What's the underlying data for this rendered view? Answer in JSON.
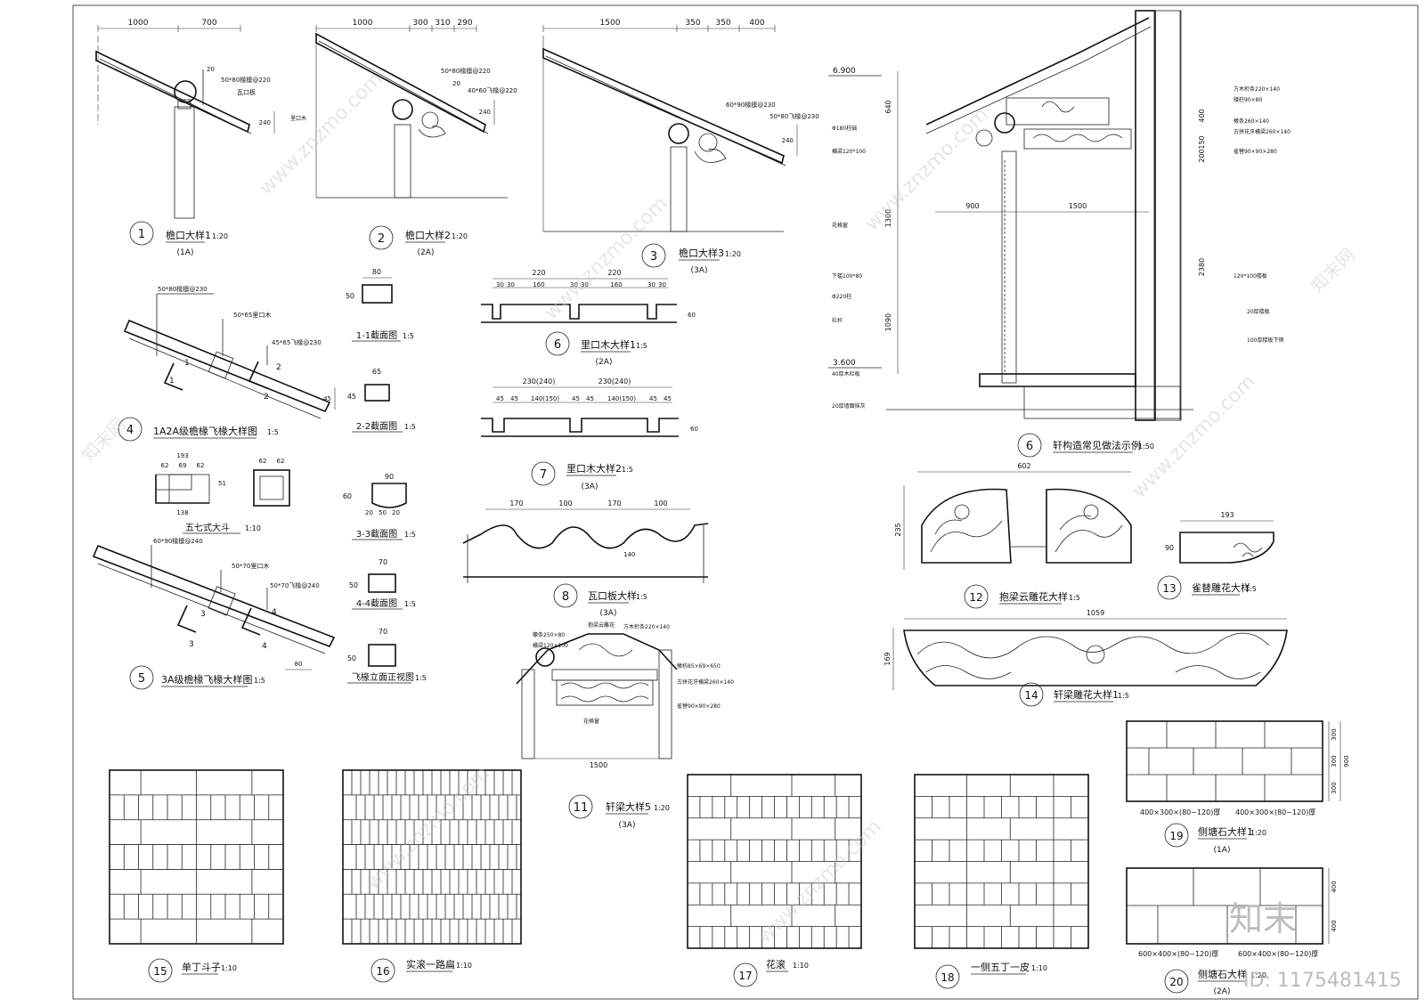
{
  "eave_details": [
    {
      "no": "1",
      "title": "檐口大样1",
      "scale": "1:20",
      "sub": "(1A)",
      "dims": [
        "1000",
        "700"
      ]
    },
    {
      "no": "2",
      "title": "檐口大样2",
      "scale": "1:20",
      "sub": "(2A)",
      "dims": [
        "1000",
        "300",
        "310",
        "290"
      ]
    },
    {
      "no": "3",
      "title": "檐口大样3",
      "scale": "1:20",
      "sub": "(3A)",
      "dims": [
        "1500",
        "350",
        "350",
        "400"
      ]
    }
  ],
  "eave_labels": {
    "d1": [
      "20",
      "50*80椽檩@220",
      "瓦口板",
      "里口木"
    ],
    "d2": [
      "50*80椽檩@220",
      "40*60飞椽@220"
    ],
    "d3": [
      "60*90椽檩@230",
      "50*80飞椽@230"
    ]
  },
  "rafter_details": [
    {
      "no": "4",
      "title": "1A2A级檐椽飞椽大样图",
      "scale": "1:5",
      "labels": [
        "50*80椽檩@230",
        "50*65里口木",
        "45*65飞椽@230"
      ]
    },
    {
      "no": "5",
      "title": "3A级檐椽飞椽大样图",
      "scale": "1:5",
      "labels": [
        "60*90椽檩@240",
        "50*70里口木",
        "50*70飞椽@240"
      ]
    }
  ],
  "dougong": {
    "title": "五七式大斗",
    "scale": "1:10",
    "dims": [
      "193",
      "62",
      "69",
      "62",
      "138",
      "51",
      "62",
      "62"
    ]
  },
  "sections": [
    {
      "title": "1-1截面图",
      "scale": "1:5",
      "w": "80",
      "h": "50"
    },
    {
      "title": "2-2截面图",
      "scale": "1:5",
      "w": "65",
      "h": "45"
    },
    {
      "title": "3-3截面图",
      "scale": "1:5",
      "w": "90",
      "h": "60"
    },
    {
      "title": "4-4截面图",
      "scale": "1:5",
      "w": "70",
      "h": "50"
    },
    {
      "title": "飞椽立面正视图",
      "scale": "1:5",
      "w": "70",
      "h": "50"
    }
  ],
  "liko": [
    {
      "no": "6",
      "title": "里口木大样1",
      "scale": "1:5",
      "sub": "(2A)",
      "dims": [
        "220",
        "220",
        "30",
        "30",
        "160",
        "30",
        "30",
        "160",
        "30",
        "30"
      ],
      "h": "60"
    },
    {
      "no": "7",
      "title": "里口木大样2",
      "scale": "1:5",
      "sub": "(3A)",
      "dims": [
        "230(240)",
        "230(240)",
        "45",
        "45",
        "140(150)",
        "45",
        "45",
        "140(150)",
        "45",
        "45"
      ],
      "h": "60"
    }
  ],
  "wakou": {
    "no": "8",
    "title": "瓦口板大样",
    "scale": "1:5",
    "sub": "(3A)",
    "dims": [
      "170",
      "100",
      "170",
      "100"
    ],
    "h": "140"
  },
  "xuangou": {
    "no": "6",
    "title": "轩构造常见做法示例",
    "scale": "1:50",
    "levels": [
      "6.900",
      "3.600"
    ],
    "dims": [
      "900",
      "1500",
      "1300",
      "1090",
      "2380",
      "640",
      "400",
      "150",
      "200"
    ],
    "labels": [
      "方木桁条220×140",
      "矮柱90×80",
      "椽条260×140",
      "古拼花牙横梁260×140",
      "雀替90×90×280",
      "120*100楼板",
      "20厚楼板",
      "100厚楼板下侧",
      "花格窗",
      "下槛100*80",
      "Φ220柱",
      "栏杆",
      "40厚木栏板",
      "20厚墙面抹灰",
      "Φ180柱础",
      "横梁120*100"
    ]
  },
  "carvings": [
    {
      "no": "12",
      "title": "抱梁云雕花大样",
      "scale": "1:5",
      "w": "602",
      "h": "235"
    },
    {
      "no": "13",
      "title": "雀替雕花大样",
      "scale": "1:5",
      "w": "193",
      "h": "90"
    },
    {
      "no": "14",
      "title": "轩梁雕花大样1",
      "scale": "1:5",
      "w": "1059",
      "h": "169"
    }
  ],
  "xuanliang": {
    "no": "11",
    "title": "轩梁大样5",
    "scale": "1:20",
    "sub": "(3A)",
    "span": "1500",
    "labels": [
      "檩条250×80",
      "方木桁条220×140",
      "横梁120×100",
      "雀替90×90×280",
      "椽枋85×69×650",
      "古拼花牙横梁260×140",
      "抱梁云雕花",
      "花格窗"
    ]
  },
  "brick_patterns": [
    {
      "no": "15",
      "title": "单丁斗子",
      "scale": "1:10"
    },
    {
      "no": "16",
      "title": "实滚一路扁",
      "scale": "1:10"
    },
    {
      "no": "17",
      "title": "花滚",
      "scale": "1:10"
    },
    {
      "no": "18",
      "title": "一侧五丁一皮",
      "scale": "1:10"
    }
  ],
  "stone": [
    {
      "no": "19",
      "title": "侧塘石大样1",
      "scale": "1:20",
      "sub": "(1A)",
      "dims": [
        "300",
        "300",
        "300",
        "900"
      ],
      "labels": [
        "400×300×(80~120)厚",
        "400×300×(80~120)厚"
      ]
    },
    {
      "no": "20",
      "title": "侧塘石大样",
      "scale": "1:20",
      "sub": "(2A)",
      "dims": [
        "400",
        "400"
      ],
      "labels": [
        "600×400×(80~120)厚",
        "600×400×(80~120)厚"
      ]
    }
  ],
  "watermark": {
    "text": "www.znzmo.com",
    "brand": "知末",
    "site": "知末网",
    "id_line": "ID: 1175481415"
  }
}
